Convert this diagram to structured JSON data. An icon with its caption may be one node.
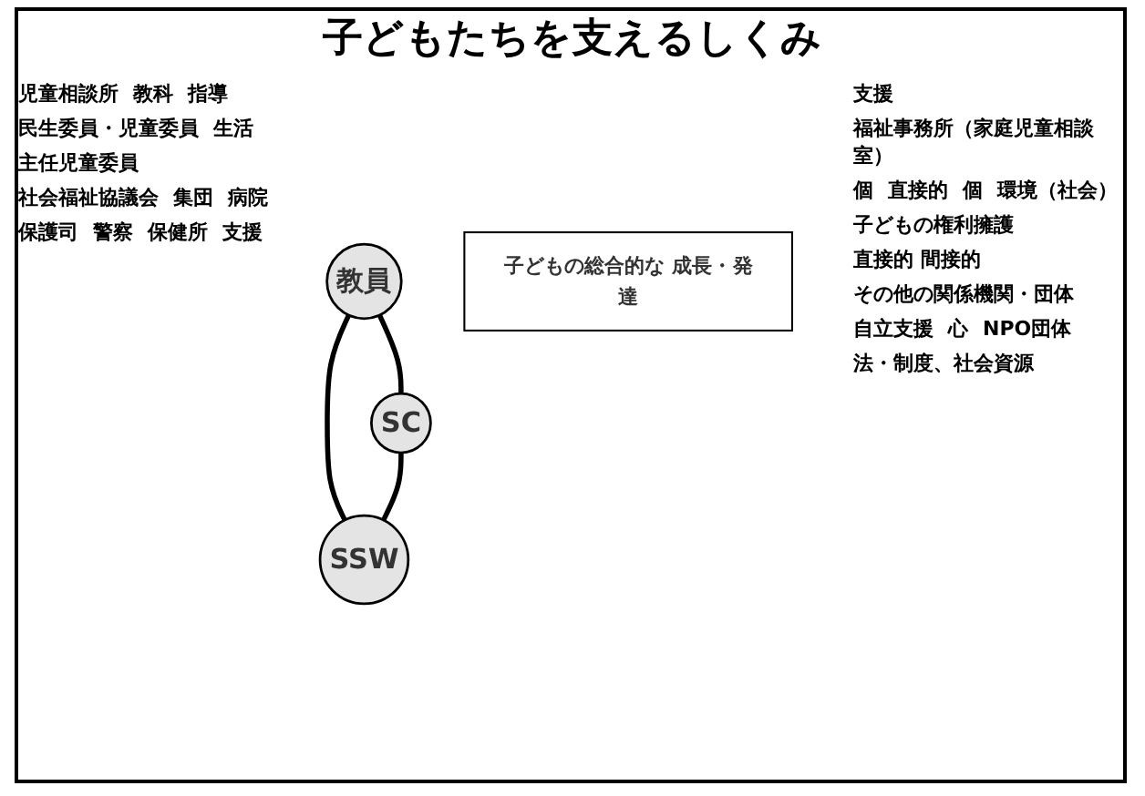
{
  "diagram": {
    "title": "子どもたちを支えるしくみ",
    "nodes": [
      {
        "text": [
          "教員"
        ]
      },
      {
        "text": [
          "SC"
        ]
      },
      {
        "text": [
          "SSW"
        ]
      },
      {
        "text": [
          "子どもの総合的な 成長・発達"
        ]
      }
    ],
    "edges": [
      {
        "from": 0,
        "to": 1,
        "arrow": "none"
      },
      {
        "from": 0,
        "to": 2,
        "arrow": "none"
      },
      {
        "from": 1,
        "to": 2,
        "arrow": "none"
      }
    ],
    "labels": [
      "児童相談所",
      "教科",
      "指導",
      "民生委員・児童委員",
      "生活",
      "主任児童委員",
      "社会福祉協議会",
      "集団",
      "病院",
      "保護司",
      "警察",
      "保健所",
      "支援",
      "支援",
      "福祉事務所（家庭児童相談室）",
      "個",
      "直接的",
      "個",
      "環境（社会）",
      "子どもの権利擁護",
      "直接的 間接的",
      "その他の関係機関・団体",
      "自立支援",
      "心",
      "NPO団体",
      "法・制度、社会資源"
    ]
  }
}
